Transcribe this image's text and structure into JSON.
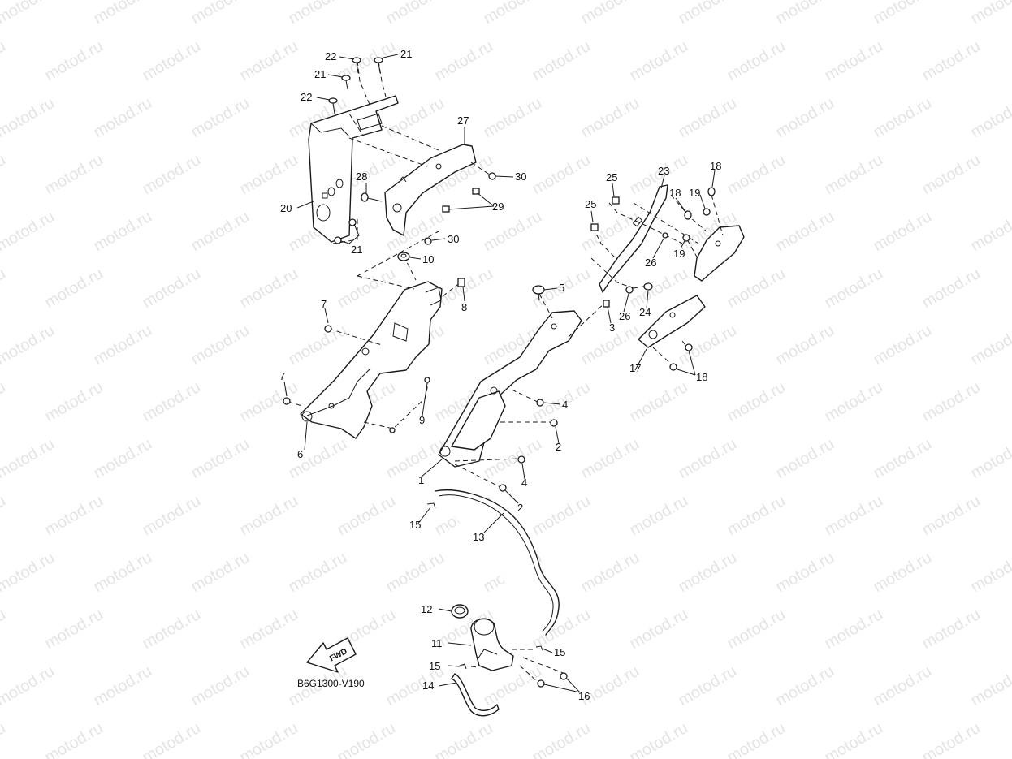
{
  "watermark": {
    "text": "motod.ru"
  },
  "diagram_code": "B6G1300-V190",
  "fwd_arrow": {
    "label": "FWD",
    "icon": "forward-arrow-icon"
  },
  "callouts": [
    {
      "id": "c1",
      "label": "1"
    },
    {
      "id": "c2a",
      "label": "2"
    },
    {
      "id": "c2b",
      "label": "2"
    },
    {
      "id": "c3",
      "label": "3"
    },
    {
      "id": "c4a",
      "label": "4"
    },
    {
      "id": "c4b",
      "label": "4"
    },
    {
      "id": "c5",
      "label": "5"
    },
    {
      "id": "c6",
      "label": "6"
    },
    {
      "id": "c7a",
      "label": "7"
    },
    {
      "id": "c7b",
      "label": "7"
    },
    {
      "id": "c8",
      "label": "8"
    },
    {
      "id": "c9",
      "label": "9"
    },
    {
      "id": "c10",
      "label": "10"
    },
    {
      "id": "c11",
      "label": "11"
    },
    {
      "id": "c12",
      "label": "12"
    },
    {
      "id": "c13",
      "label": "13"
    },
    {
      "id": "c14",
      "label": "14"
    },
    {
      "id": "c15a",
      "label": "15"
    },
    {
      "id": "c15b",
      "label": "15"
    },
    {
      "id": "c15c",
      "label": "15"
    },
    {
      "id": "c16",
      "label": "16"
    },
    {
      "id": "c17",
      "label": "17"
    },
    {
      "id": "c18a",
      "label": "18"
    },
    {
      "id": "c18b",
      "label": "18"
    },
    {
      "id": "c18c",
      "label": "18"
    },
    {
      "id": "c19a",
      "label": "19"
    },
    {
      "id": "c19b",
      "label": "19"
    },
    {
      "id": "c20",
      "label": "20"
    },
    {
      "id": "c21a",
      "label": "21"
    },
    {
      "id": "c21b",
      "label": "21"
    },
    {
      "id": "c21c",
      "label": "21"
    },
    {
      "id": "c22a",
      "label": "22"
    },
    {
      "id": "c22b",
      "label": "22"
    },
    {
      "id": "c23",
      "label": "23"
    },
    {
      "id": "c24",
      "label": "24"
    },
    {
      "id": "c25a",
      "label": "25"
    },
    {
      "id": "c25b",
      "label": "25"
    },
    {
      "id": "c26a",
      "label": "26"
    },
    {
      "id": "c26b",
      "label": "26"
    },
    {
      "id": "c27",
      "label": "27"
    },
    {
      "id": "c28",
      "label": "28"
    },
    {
      "id": "c29",
      "label": "29"
    },
    {
      "id": "c30a",
      "label": "30"
    },
    {
      "id": "c30b",
      "label": "30"
    }
  ]
}
